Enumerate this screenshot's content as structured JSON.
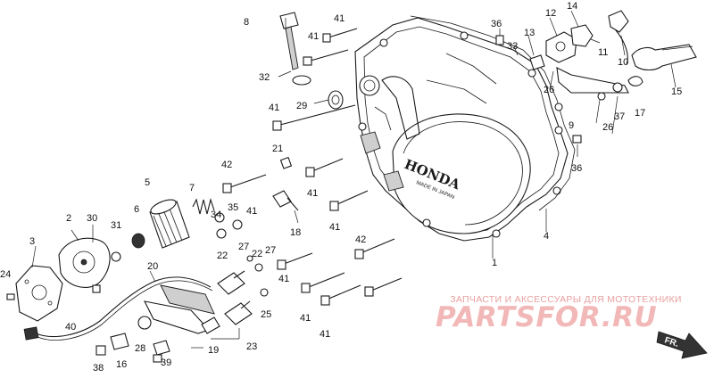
{
  "callouts": [
    {
      "id": "c1",
      "label": "1"
    },
    {
      "id": "c2",
      "label": "2"
    },
    {
      "id": "c3",
      "label": "3"
    },
    {
      "id": "c4",
      "label": "4"
    },
    {
      "id": "c5",
      "label": "5"
    },
    {
      "id": "c6",
      "label": "6"
    },
    {
      "id": "c7",
      "label": "7"
    },
    {
      "id": "c8",
      "label": "8"
    },
    {
      "id": "c9",
      "label": "9"
    },
    {
      "id": "c10",
      "label": "10"
    },
    {
      "id": "c11",
      "label": "11"
    },
    {
      "id": "c12",
      "label": "12"
    },
    {
      "id": "c13",
      "label": "13"
    },
    {
      "id": "c14",
      "label": "14"
    },
    {
      "id": "c15",
      "label": "15"
    },
    {
      "id": "c16",
      "label": "16"
    },
    {
      "id": "c17",
      "label": "17"
    },
    {
      "id": "c18",
      "label": "18"
    },
    {
      "id": "c19",
      "label": "19"
    },
    {
      "id": "c20",
      "label": "20"
    },
    {
      "id": "c21",
      "label": "21"
    },
    {
      "id": "c22",
      "label": "22"
    },
    {
      "id": "c22b",
      "label": "22"
    },
    {
      "id": "c23",
      "label": "23"
    },
    {
      "id": "c24",
      "label": "24"
    },
    {
      "id": "c25",
      "label": "25"
    },
    {
      "id": "c26",
      "label": "26"
    },
    {
      "id": "c26b",
      "label": "26"
    },
    {
      "id": "c27",
      "label": "27"
    },
    {
      "id": "c27b",
      "label": "27"
    },
    {
      "id": "c28",
      "label": "28"
    },
    {
      "id": "c29",
      "label": "29"
    },
    {
      "id": "c30",
      "label": "30"
    },
    {
      "id": "c31",
      "label": "31"
    },
    {
      "id": "c32",
      "label": "32"
    },
    {
      "id": "c33",
      "label": "33"
    },
    {
      "id": "c34",
      "label": "34"
    },
    {
      "id": "c35",
      "label": "35"
    },
    {
      "id": "c36",
      "label": "36"
    },
    {
      "id": "c36b",
      "label": "36"
    },
    {
      "id": "c37",
      "label": "37"
    },
    {
      "id": "c38",
      "label": "38"
    },
    {
      "id": "c39",
      "label": "39"
    },
    {
      "id": "c40",
      "label": "40"
    },
    {
      "id": "c41a",
      "label": "41"
    },
    {
      "id": "c41b",
      "label": "41"
    },
    {
      "id": "c41c",
      "label": "41"
    },
    {
      "id": "c41d",
      "label": "41"
    },
    {
      "id": "c41e",
      "label": "41"
    },
    {
      "id": "c41f",
      "label": "41"
    },
    {
      "id": "c41g",
      "label": "41"
    },
    {
      "id": "c41h",
      "label": "41"
    },
    {
      "id": "c41i",
      "label": "41"
    },
    {
      "id": "c42a",
      "label": "42"
    },
    {
      "id": "c42b",
      "label": "42"
    }
  ],
  "cover_brand": "HONDA",
  "cover_stamp": "MADE IN JAPAN",
  "direction_label": "FR.",
  "watermark": {
    "subtitle": "ЗАПЧАСТИ И АКСЕССУАРЫ ДЛЯ МОТОТЕХНИКИ",
    "brand": "PARTSFOR.RU"
  },
  "colors": {
    "line": "#1a1a1a",
    "watermark": "#f2b8b8",
    "watermark_text": "#e9a0a0"
  }
}
